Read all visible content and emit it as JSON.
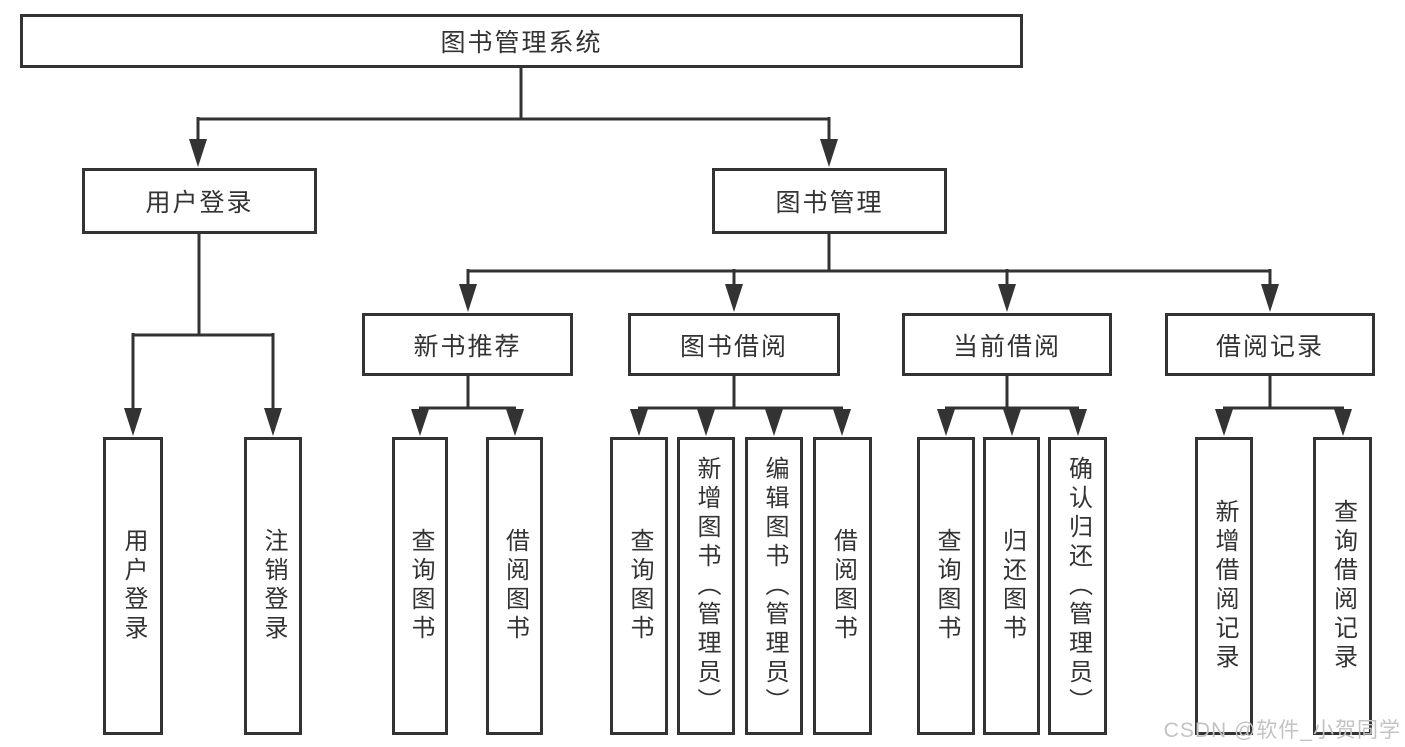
{
  "tree": {
    "label": "图书管理系统",
    "children": [
      {
        "label": "用户登录",
        "children": [
          {
            "label": "用户登录"
          },
          {
            "label": "注销登录"
          }
        ]
      },
      {
        "label": "图书管理",
        "children": [
          {
            "label": "新书推荐",
            "children": [
              {
                "label": "查询图书"
              },
              {
                "label": "借阅图书"
              }
            ]
          },
          {
            "label": "图书借阅",
            "children": [
              {
                "label": "查询图书"
              },
              {
                "label": "新增图书（管理员）"
              },
              {
                "label": "编辑图书（管理员）"
              },
              {
                "label": "借阅图书"
              }
            ]
          },
          {
            "label": "当前借阅",
            "children": [
              {
                "label": "查询图书"
              },
              {
                "label": "归还图书"
              },
              {
                "label": "确认归还（管理员）"
              }
            ]
          },
          {
            "label": "借阅记录",
            "children": [
              {
                "label": "新增借阅记录"
              },
              {
                "label": "查询借阅记录"
              }
            ]
          }
        ]
      }
    ]
  },
  "watermark": {
    "text": "CSDN @软件_小贺同学"
  },
  "colors": {
    "line": "#333333",
    "box_border": "#333333",
    "box_fill": "#ffffff",
    "text": "#333333",
    "watermark": "#c3c3c3",
    "background": "#ffffff"
  }
}
